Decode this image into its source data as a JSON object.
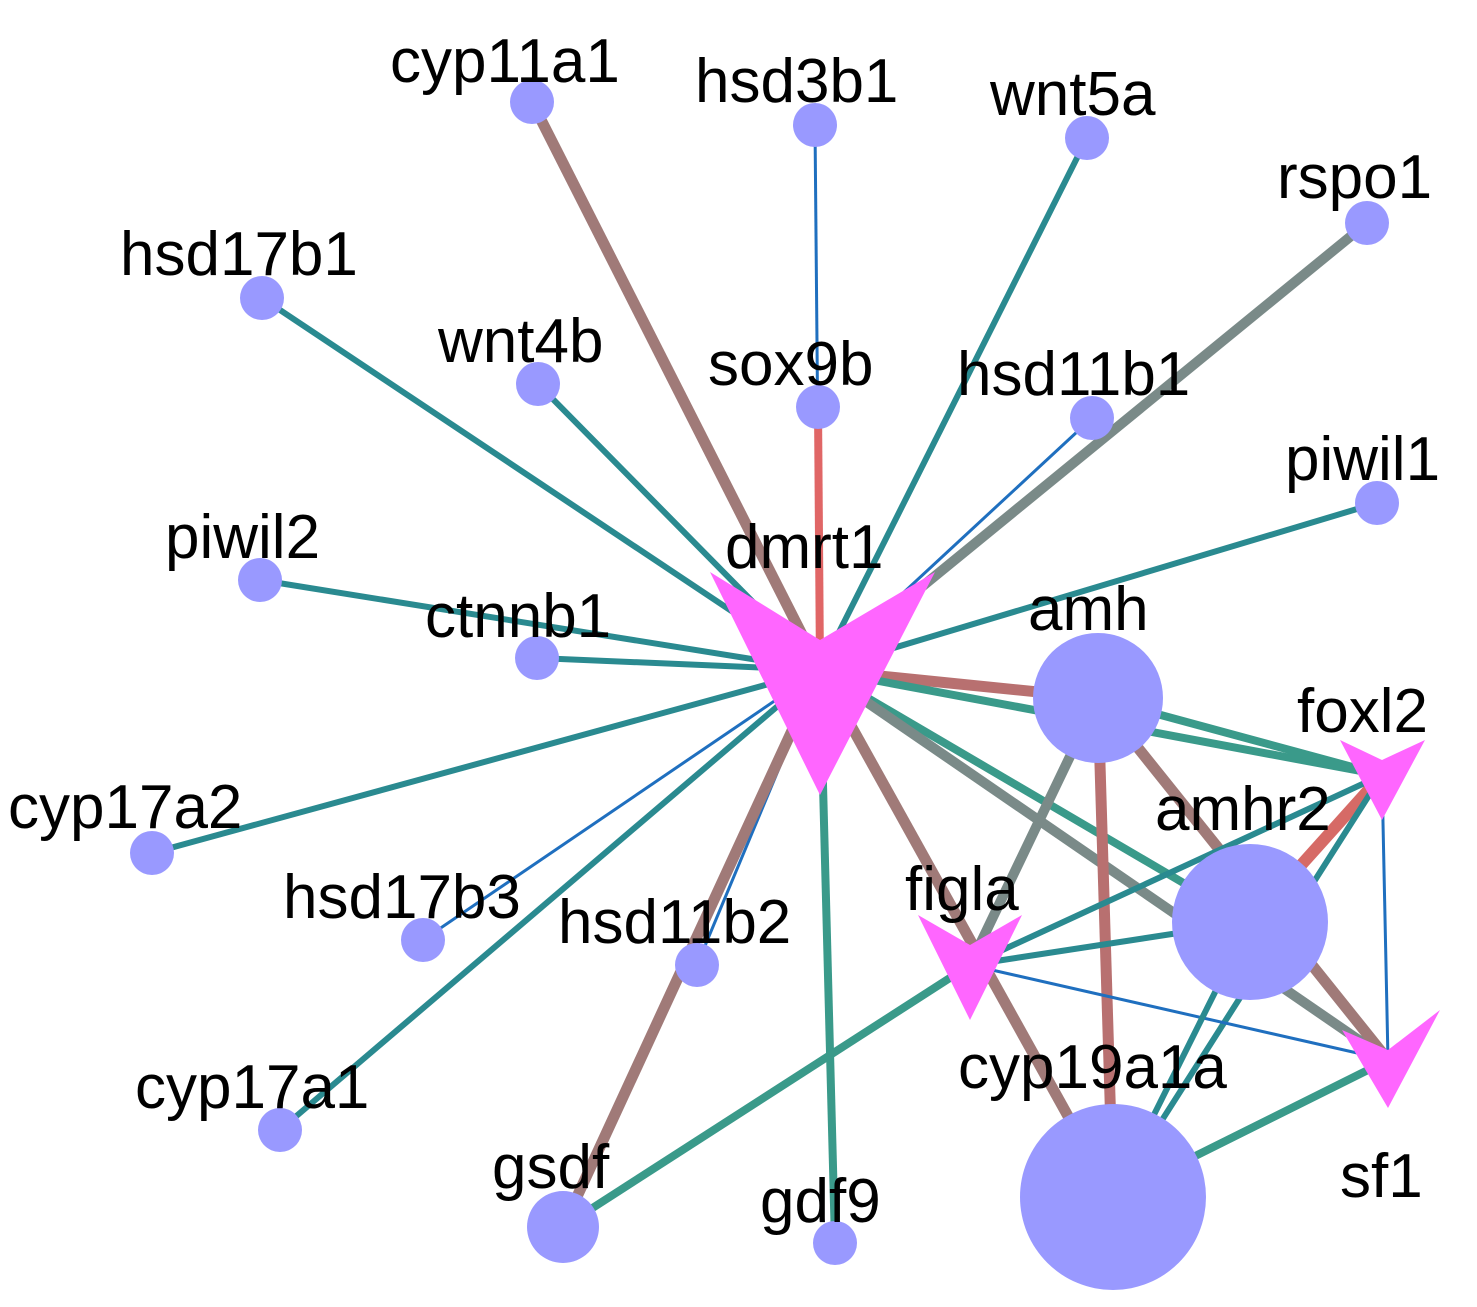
{
  "colors": {
    "circle_node": "#9999ff",
    "arrow_node": "#ff66ff",
    "edge_teal": "#2a8a90",
    "edge_blue": "#1f6fbf",
    "edge_brown": "#a07a78",
    "edge_red": "#e06666",
    "edge_gray": "#7a8a88",
    "edge_mauve": "#b87070",
    "edge_red_bright": "#d66a66",
    "edge_green": "#3a9a8a"
  },
  "nodes": [
    {
      "id": "cyp11a1",
      "label": "cyp11a1",
      "shape": "circle"
    },
    {
      "id": "hsd3b1",
      "label": "hsd3b1",
      "shape": "circle"
    },
    {
      "id": "wnt5a",
      "label": "wnt5a",
      "shape": "circle"
    },
    {
      "id": "rspo1",
      "label": "rspo1",
      "shape": "circle"
    },
    {
      "id": "hsd17b1",
      "label": "hsd17b1",
      "shape": "circle"
    },
    {
      "id": "wnt4b",
      "label": "wnt4b",
      "shape": "circle"
    },
    {
      "id": "sox9b",
      "label": "sox9b",
      "shape": "circle"
    },
    {
      "id": "hsd11b1",
      "label": "hsd11b1",
      "shape": "circle"
    },
    {
      "id": "piwil1",
      "label": "piwil1",
      "shape": "circle"
    },
    {
      "id": "piwil2",
      "label": "piwil2",
      "shape": "circle"
    },
    {
      "id": "dmrt1",
      "label": "dmrt1",
      "shape": "arrow"
    },
    {
      "id": "ctnnb1",
      "label": "ctnnb1",
      "shape": "circle"
    },
    {
      "id": "amh",
      "label": "amh",
      "shape": "circle"
    },
    {
      "id": "foxl2",
      "label": "foxl2",
      "shape": "arrow"
    },
    {
      "id": "cyp17a2",
      "label": "cyp17a2",
      "shape": "circle"
    },
    {
      "id": "amhr2",
      "label": "amhr2",
      "shape": "circle"
    },
    {
      "id": "figla",
      "label": "figla",
      "shape": "arrow"
    },
    {
      "id": "hsd17b3",
      "label": "hsd17b3",
      "shape": "circle"
    },
    {
      "id": "hsd11b2",
      "label": "hsd11b2",
      "shape": "circle"
    },
    {
      "id": "cyp19a1a",
      "label": "cyp19a1a",
      "shape": "circle"
    },
    {
      "id": "cyp17a1",
      "label": "cyp17a1",
      "shape": "circle"
    },
    {
      "id": "sf1",
      "label": "sf1",
      "shape": "arrow"
    },
    {
      "id": "gsdf",
      "label": "gsdf",
      "shape": "circle"
    },
    {
      "id": "gdf9",
      "label": "gdf9",
      "shape": "circle"
    }
  ],
  "edges": [
    {
      "from": "dmrt1",
      "to": "cyp11a1",
      "color": "edge_brown"
    },
    {
      "from": "dmrt1",
      "to": "hsd3b1",
      "color": "edge_blue"
    },
    {
      "from": "dmrt1",
      "to": "wnt5a",
      "color": "edge_teal"
    },
    {
      "from": "dmrt1",
      "to": "rspo1",
      "color": "edge_gray"
    },
    {
      "from": "dmrt1",
      "to": "hsd17b1",
      "color": "edge_teal"
    },
    {
      "from": "dmrt1",
      "to": "wnt4b",
      "color": "edge_teal"
    },
    {
      "from": "dmrt1",
      "to": "sox9b",
      "color": "edge_red"
    },
    {
      "from": "dmrt1",
      "to": "hsd11b1",
      "color": "edge_blue"
    },
    {
      "from": "dmrt1",
      "to": "piwil1",
      "color": "edge_teal"
    },
    {
      "from": "dmrt1",
      "to": "piwil2",
      "color": "edge_teal"
    },
    {
      "from": "dmrt1",
      "to": "ctnnb1",
      "color": "edge_teal"
    },
    {
      "from": "dmrt1",
      "to": "amh",
      "color": "edge_mauve"
    },
    {
      "from": "dmrt1",
      "to": "foxl2",
      "color": "edge_green"
    },
    {
      "from": "dmrt1",
      "to": "cyp17a2",
      "color": "edge_teal"
    },
    {
      "from": "dmrt1",
      "to": "amhr2",
      "color": "edge_green"
    },
    {
      "from": "dmrt1",
      "to": "hsd17b3",
      "color": "edge_blue"
    },
    {
      "from": "dmrt1",
      "to": "hsd11b2",
      "color": "edge_blue"
    },
    {
      "from": "dmrt1",
      "to": "cyp19a1a",
      "color": "edge_brown"
    },
    {
      "from": "dmrt1",
      "to": "cyp17a1",
      "color": "edge_teal"
    },
    {
      "from": "dmrt1",
      "to": "sf1",
      "color": "edge_gray"
    },
    {
      "from": "dmrt1",
      "to": "gsdf",
      "color": "edge_brown"
    },
    {
      "from": "dmrt1",
      "to": "gdf9",
      "color": "edge_green"
    },
    {
      "from": "amh",
      "to": "foxl2",
      "color": "edge_green"
    },
    {
      "from": "amh",
      "to": "cyp19a1a",
      "color": "edge_mauve"
    },
    {
      "from": "amh",
      "to": "figla",
      "color": "edge_gray"
    },
    {
      "from": "amh",
      "to": "sf1",
      "color": "edge_brown"
    },
    {
      "from": "amhr2",
      "to": "foxl2",
      "color": "edge_red_bright"
    },
    {
      "from": "amhr2",
      "to": "figla",
      "color": "edge_teal"
    },
    {
      "from": "foxl2",
      "to": "figla",
      "color": "edge_teal"
    },
    {
      "from": "foxl2",
      "to": "sf1",
      "color": "edge_blue"
    },
    {
      "from": "foxl2",
      "to": "cyp19a1a",
      "color": "edge_teal"
    },
    {
      "from": "figla",
      "to": "sf1",
      "color": "edge_blue"
    },
    {
      "from": "figla",
      "to": "gsdf",
      "color": "edge_green"
    },
    {
      "from": "amhr2",
      "to": "cyp19a1a",
      "color": "edge_teal"
    },
    {
      "from": "sf1",
      "to": "cyp19a1a",
      "color": "edge_green"
    }
  ]
}
